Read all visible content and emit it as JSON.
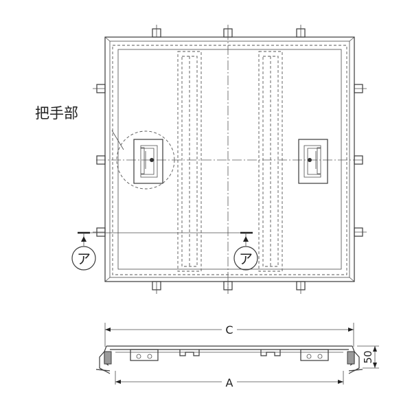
{
  "labels": {
    "handle_part": "把手部",
    "section_marker": "ア",
    "dim_top": "C",
    "dim_bottom": "A",
    "dim_height": "50"
  },
  "icons": {
    "section_marker_left": "section-arrow-circle",
    "section_marker_right": "section-arrow-circle"
  }
}
